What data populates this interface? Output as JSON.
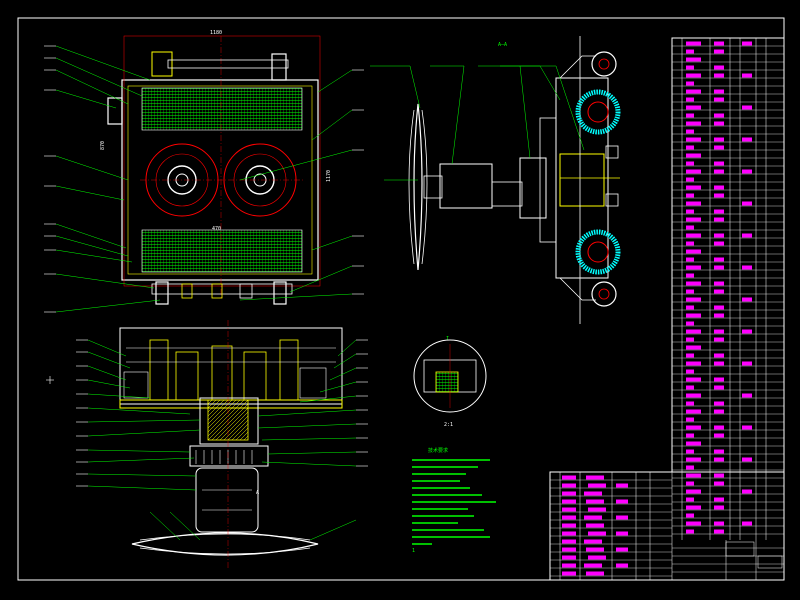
{
  "drawing": {
    "section_label": "A—A",
    "detail_label": "I",
    "detail_scale": "2:1",
    "tech_requirements_title": "技术要求",
    "notes_marker": "1",
    "side_mark": "A",
    "dims": {
      "top_width": "1180",
      "frame_height": "1170",
      "disc_pitch": "470",
      "side_height": "870"
    }
  },
  "colors": {
    "background": "#000000",
    "outline": "#ffffff",
    "leader": "#00ff00",
    "frame": "#ff0000",
    "highlight": "#ffff00",
    "table_text": "#ff00ff",
    "accent": "#00ffff"
  }
}
